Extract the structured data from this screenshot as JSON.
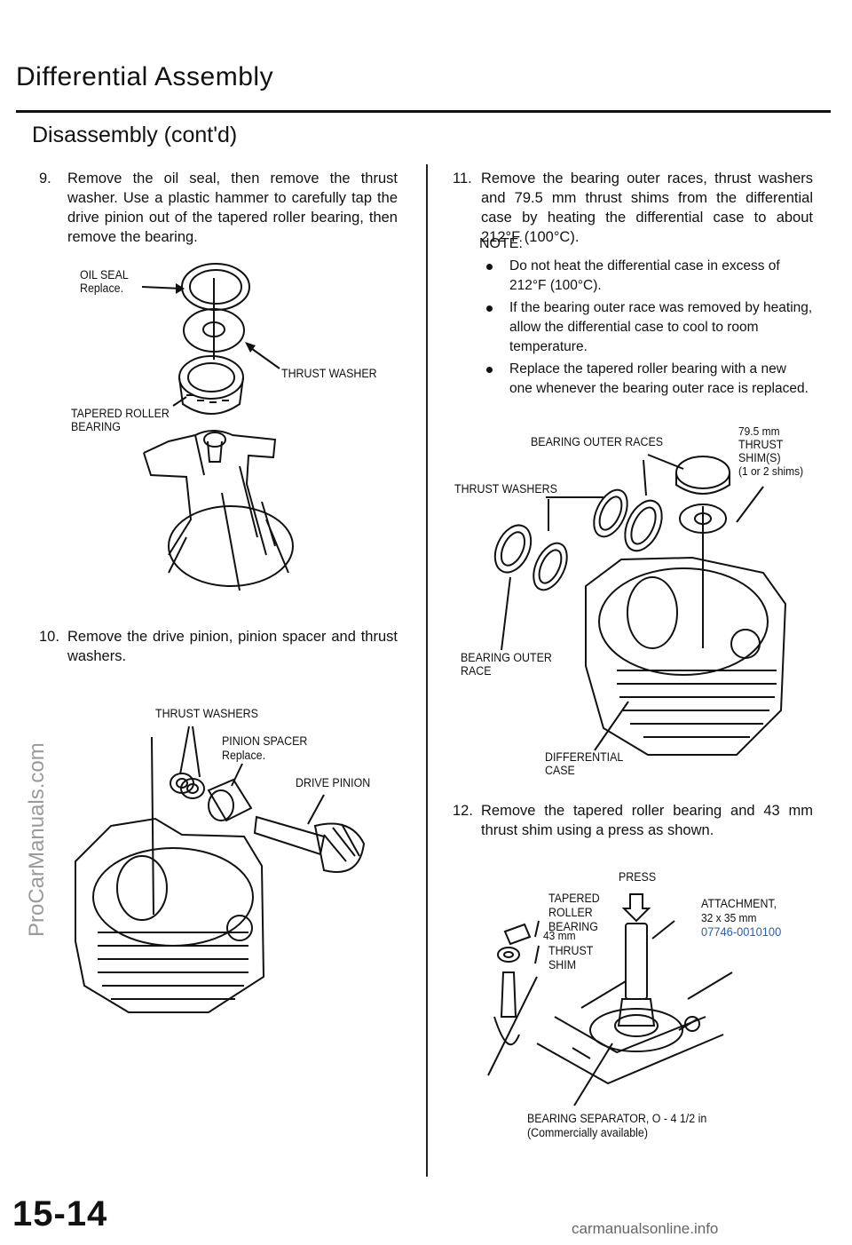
{
  "header": {
    "title": "Differential Assembly",
    "subtitle": "Disassembly (cont'd)"
  },
  "steps": {
    "s9": {
      "num": "9.",
      "text": "Remove the oil seal, then remove the thrust washer. Use a plastic hammer to carefully tap the drive pinion out of the tapered roller bearing, then remove the bearing."
    },
    "s10": {
      "num": "10.",
      "text": "Remove the drive pinion, pinion spacer and thrust washers."
    },
    "s11": {
      "num": "11.",
      "text": "Remove the bearing outer races, thrust washers and 79.5 mm thrust shims from the differential case by heating the differential case to about 212°F (100°C)."
    },
    "s12": {
      "num": "12.",
      "text": "Remove the tapered roller bearing and 43 mm thrust shim using a press as shown."
    }
  },
  "note": {
    "heading": "NOTE:",
    "bullets": [
      "Do not heat the differential case in excess of 212°F (100°C).",
      "If the bearing outer race was removed by heating, allow the differential case to cool to room temperature.",
      "Replace the tapered roller bearing with a new one whenever the bearing outer race is replaced."
    ]
  },
  "fig1": {
    "oil_seal": "OIL SEAL",
    "oil_seal_note": "Replace.",
    "thrust_washer": "THRUST WASHER",
    "tapered_roller_1": "TAPERED ROLLER",
    "tapered_roller_2": "BEARING"
  },
  "fig2": {
    "thrust_washers": "THRUST WASHERS",
    "pinion_spacer": "PINION SPACER",
    "pinion_spacer_note": "Replace.",
    "drive_pinion": "DRIVE PINION"
  },
  "fig3": {
    "bearing_outer_races": "BEARING OUTER RACES",
    "shim_size": "79.5 mm",
    "thrust_shims_1": "THRUST",
    "thrust_shims_2": "SHIM(S)",
    "thrust_shims_3": "(1 or 2 shims)",
    "thrust_washers": "THRUST WASHERS",
    "bearing_outer_race_1": "BEARING OUTER",
    "bearing_outer_race_2": "RACE",
    "diff_case_1": "DIFFERENTIAL",
    "diff_case_2": "CASE"
  },
  "fig4": {
    "press": "PRESS",
    "tapered_1": "TAPERED",
    "tapered_2": "ROLLER",
    "tapered_3": "BEARING",
    "attachment": "ATTACHMENT,",
    "attachment_size": "32 x 35 mm",
    "attachment_part": "07746-0010100",
    "shim_size": "43 mm",
    "shim_1": "THRUST",
    "shim_2": "SHIM",
    "separator_1": "BEARING SEPARATOR, O - 4 1/2 in",
    "separator_2": "(Commercially available)"
  },
  "footer": {
    "page_number": "15-14",
    "watermark_side": "ProCarManuals.com",
    "watermark_bottom": "carmanualsonline.info"
  },
  "colors": {
    "part_number": "#2b5fb3",
    "watermark": "#9a9a9a"
  }
}
